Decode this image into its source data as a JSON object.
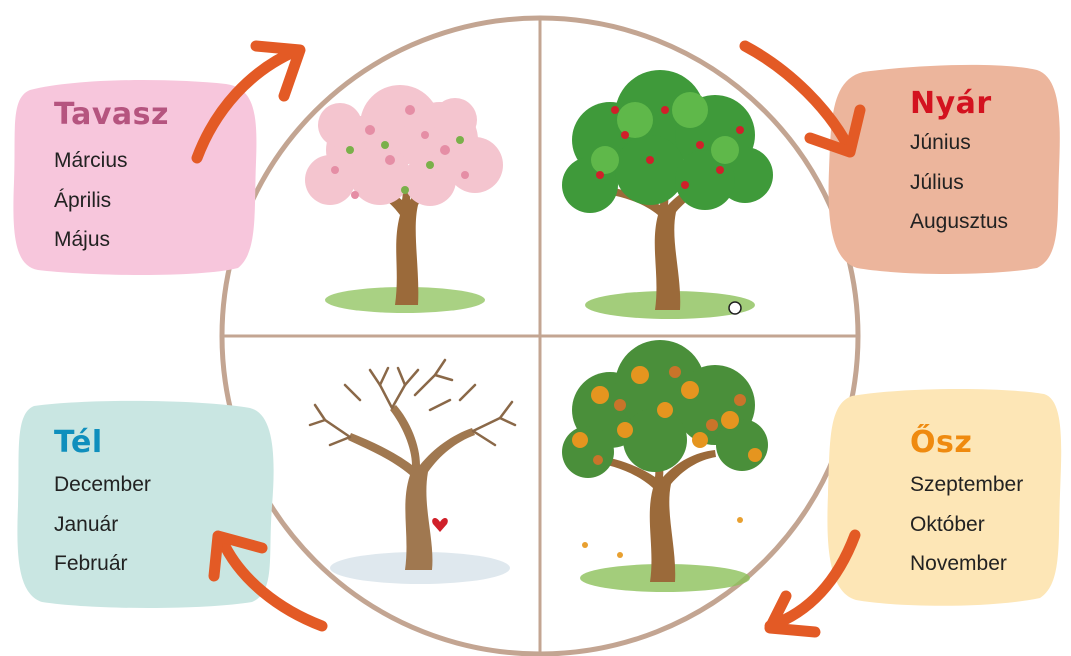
{
  "seasons": {
    "spring": {
      "title": "Tavasz",
      "months": [
        "Március",
        "Április",
        "Május"
      ]
    },
    "summer": {
      "title": "Nyár",
      "months": [
        "Június",
        "Július",
        "Augusztus"
      ]
    },
    "autumn": {
      "title": "Ősz",
      "months": [
        "Szeptember",
        "Október",
        "November"
      ]
    },
    "winter": {
      "title": "Tél",
      "months": [
        "December",
        "Január",
        "Február"
      ]
    }
  },
  "colors": {
    "spring_card": "#f7c6dc",
    "spring_title": "#b5547f",
    "summer_card": "#ecb59c",
    "summer_title": "#d3121f",
    "autumn_card": "#fde6b6",
    "autumn_title": "#ef8a0f",
    "winter_card": "#c9e6e2",
    "winter_title": "#0f8fbd",
    "arrow": "#e35a25",
    "ring": "#c3a592"
  },
  "icons": [
    "cherry-blossom-tree-icon",
    "apple-tree-icon",
    "bare-winter-tree-icon",
    "autumn-tree-icon"
  ]
}
